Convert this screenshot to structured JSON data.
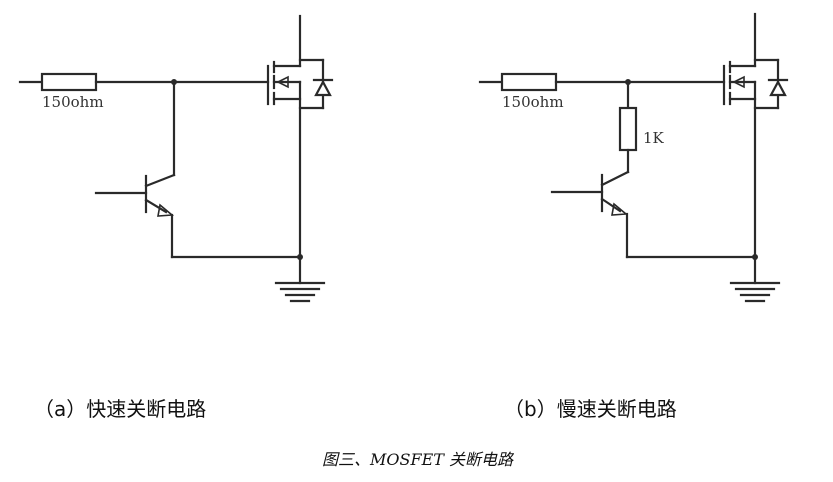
{
  "circuit_a": {
    "resistor_label": "150ohm",
    "caption": "（a）快速关断电路"
  },
  "circuit_b": {
    "resistor_label": "150ohm",
    "resistor2_label": "1K",
    "caption": "（b）慢速关断电路"
  },
  "figure_title": "图三、MOSFET 关断电路"
}
